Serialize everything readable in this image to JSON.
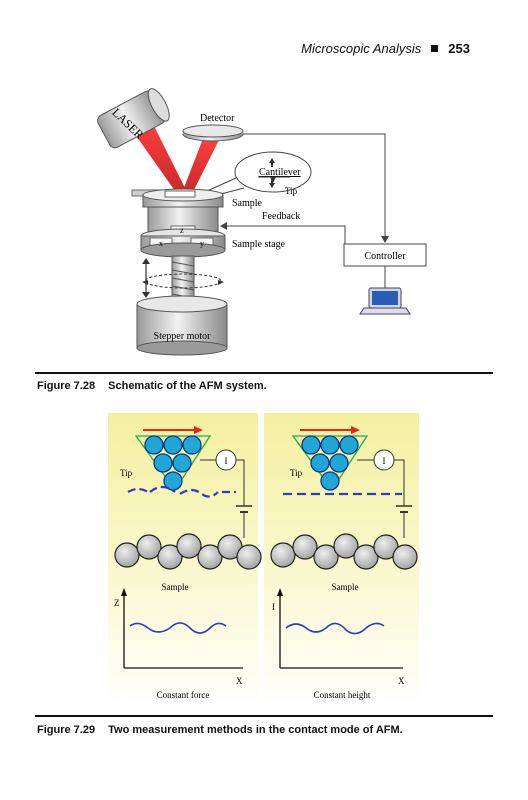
{
  "header": {
    "section": "Microscopic Analysis",
    "page": "253"
  },
  "fig1": {
    "laser": "LASER",
    "detector": "Detector",
    "cantilever": "Cantilever",
    "tip": "Tip",
    "sample": "Sample",
    "feedback": "Feedback",
    "z": "z",
    "x": "x",
    "y": "y",
    "sample_stage": "Sample stage",
    "controller": "Controller",
    "stepper_motor": "Stepper motor",
    "caption_num": "Figure 7.28",
    "caption_text": "Schematic of the AFM system."
  },
  "fig2": {
    "left": {
      "tip": "Tip",
      "current": "I",
      "sample": "Sample",
      "y_axis": "Z",
      "x_axis": "X",
      "mode": "Constant force"
    },
    "right": {
      "tip": "Tip",
      "current": "I",
      "sample": "Sample",
      "y_axis": "I",
      "x_axis": "X",
      "mode": "Constant height"
    },
    "caption_num": "Figure 7.29",
    "caption_text": "Two measurement methods in the contact mode of AFM."
  },
  "colors": {
    "laser_red": "#e0161a",
    "atom_blue": "#21a6d8",
    "sample_gray": "#b8b8b8",
    "scan_blue": "#2d3dc0",
    "bg_yellow": "#f7f3a4",
    "arrow_red": "#e8231c"
  }
}
